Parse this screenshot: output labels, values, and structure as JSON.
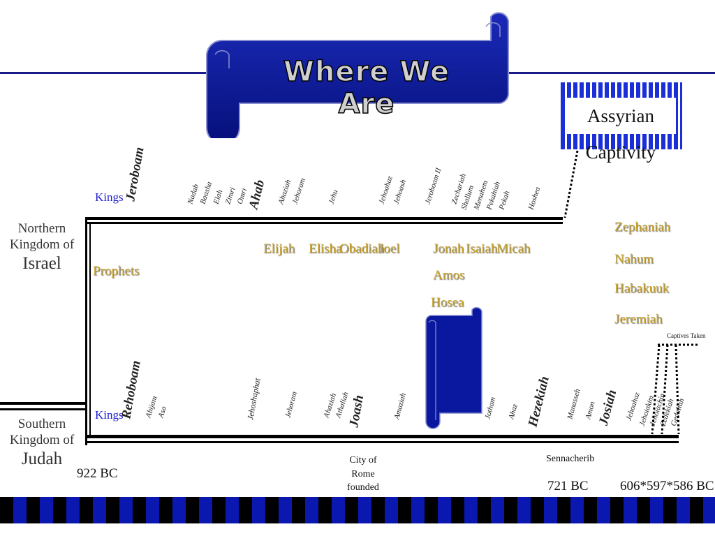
{
  "title": "Where We Are",
  "assyrian": "Assyrian Captivity",
  "kings_label": "Kings",
  "prophets_label": "Prophets",
  "northern": {
    "line1": "Northern",
    "line2": "Kingdom of",
    "name": "Israel"
  },
  "southern": {
    "line1": "Southern",
    "line2": "Kingdom of",
    "name": "Judah"
  },
  "north_kings": [
    "Jeroboam",
    "Nadab",
    "Baasha",
    "Elah",
    "Zimri",
    "Omri",
    "Ahab",
    "Ahaziah",
    "Jehoram",
    "Jehu",
    "Jehoahaz",
    "Jehoash",
    "Jeroboam II",
    "Zechariah",
    "Shallum",
    "Menahem",
    "Pekahiah",
    "Pekah",
    "Hoshea"
  ],
  "south_kings": [
    "Rehoboam",
    "Abijam",
    "Asa",
    "Jehoshaphat",
    "Jehoram",
    "Ahaziah",
    "Athaliah",
    "Joash",
    "Amaziah",
    "Jotham",
    "Ahaz",
    "Hezekiah",
    "Manasseh",
    "Amon",
    "Josiah",
    "Jehoahaz",
    "Jehoiakim",
    "Jehoiachin",
    "Zedekiah",
    "Gedaliah"
  ],
  "prophets": [
    "Elijah",
    "Elisha",
    "Obadiah",
    "Joel",
    "Jonah",
    "Amos",
    "Hosea",
    "Isaiah",
    "Micah",
    "Zephaniah",
    "Nahum",
    "Habakuuk",
    "Jeremiah"
  ],
  "captives_taken": "Captives Taken",
  "dates": {
    "start": "922 BC",
    "rome": "City of Rome founded",
    "sennacherib": "Sennacherib",
    "fall": "721 BC",
    "captivity": "606*597*586 BC"
  },
  "colors": {
    "navy": "#0a1a9a",
    "gold": "#c9a227",
    "blue_label": "#1f1fd0"
  }
}
